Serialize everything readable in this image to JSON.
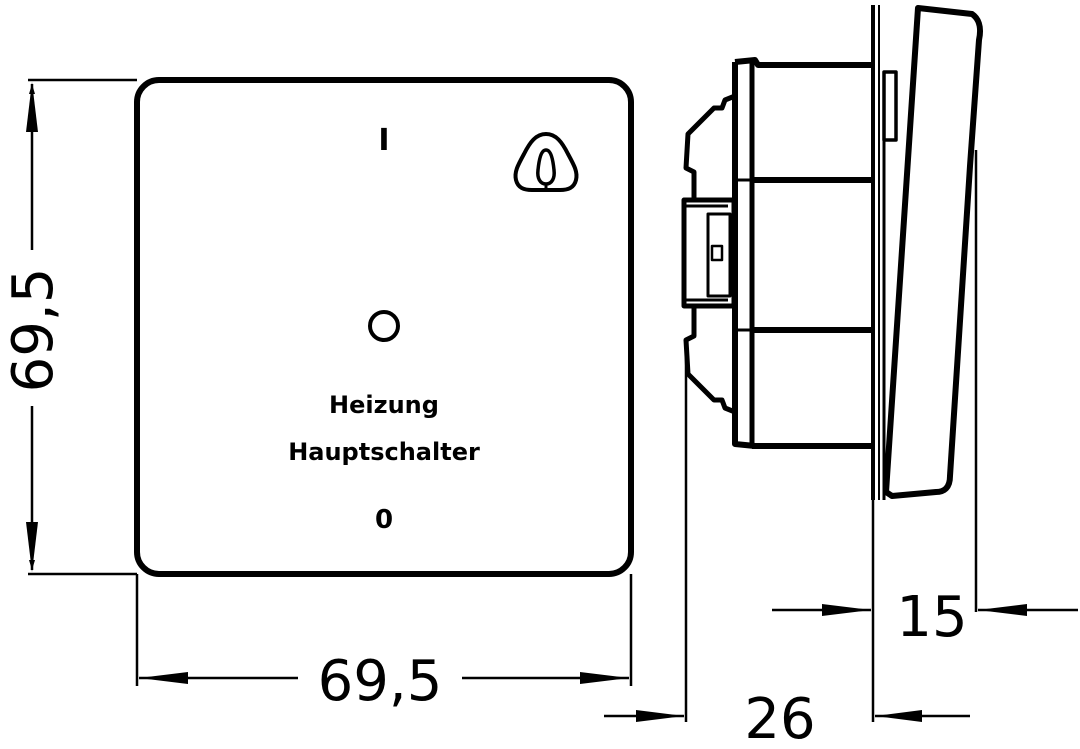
{
  "front_view": {
    "mark_on": "I",
    "mark_off": "0",
    "label_line1": "Heizung",
    "label_line2": "Hauptschalter",
    "symbol": "flame-symbol-icon",
    "indicator": "indicator-lamp-circle"
  },
  "dimensions": {
    "height": "69,5",
    "width": "69,5",
    "depth_total": "26",
    "depth_cover": "15"
  },
  "colors": {
    "line": "#000000",
    "background": "#ffffff"
  }
}
